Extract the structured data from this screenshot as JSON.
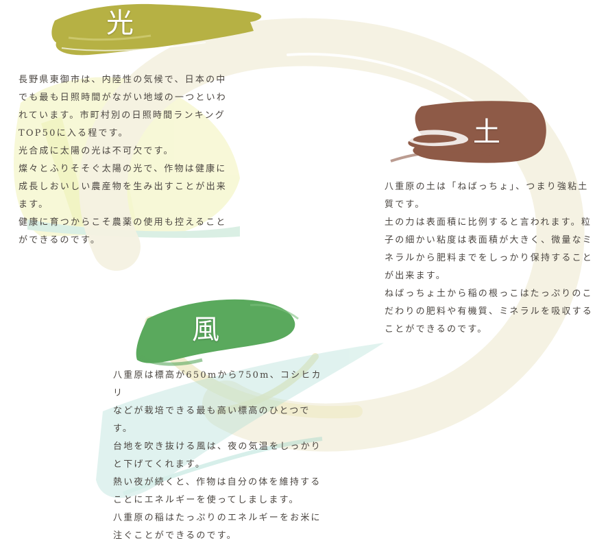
{
  "colors": {
    "light_brush": "#b6b144",
    "soil_brush": "#8e5a47",
    "wind_brush": "#5aa95d",
    "circle_swoosh": "#f3f0e0",
    "text": "#4a4540"
  },
  "sections": {
    "light": {
      "title": "光",
      "lines": [
        "長野県東御市は、内陸性の気候で、日本の中",
        "でも最も日照時間がながい地域の一つといわ",
        "れています。市町村別の日照時間ランキング",
        "TOP50に入る程です。",
        "光合成に太陽の光は不可欠です。",
        "燦々とふりそそぐ太陽の光で、作物は健康に",
        "成長しおいしい農産物を生み出すことが出来",
        "ます。",
        "健康に育つからこそ農薬の使用も控えること",
        "ができるのです。"
      ]
    },
    "soil": {
      "title": "土",
      "lines": [
        "八重原の土は「ねばっちょ」、つまり強粘土",
        "質です。",
        "土の力は表面積に比例すると言われます。粒",
        "子の細かい粘度は表面積が大きく、微量なミ",
        "ネラルから肥料までをしっかり保持すること",
        "が出来ます。",
        "ねばっちょ土から稲の根っこはたっぷりのこ",
        "だわりの肥料や有機質、ミネラルを吸収する",
        "ことができるのです。"
      ]
    },
    "wind": {
      "title": "風",
      "lines": [
        "八重原は標高が650mから750m、コシヒカリ",
        "などが栽培できる最も高い標高のひとつです。",
        "台地を吹き抜ける風は、夜の気温をしっかり",
        "と下げてくれます。",
        "熱い夜が続くと、作物は自分の体を維持する",
        "ことにエネルギーを使ってしまします。",
        "八重原の稲はたっぷりのエネルギーをお米に",
        "注ぐことができるのです。"
      ]
    }
  }
}
